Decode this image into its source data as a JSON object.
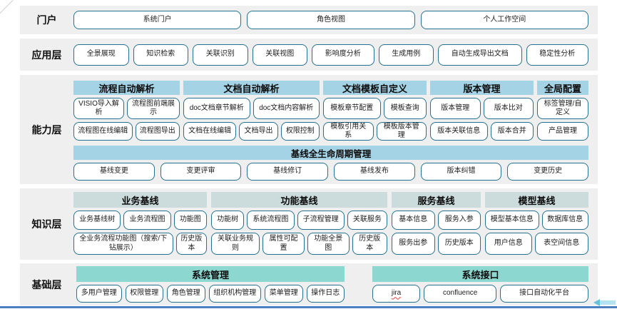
{
  "colors": {
    "band_background": "#efefef",
    "button_border": "#26718e",
    "capability_header_blue": "#a5d3e6",
    "knowledge_header_grayteal": "#ccdcdc",
    "foundation_header_teal": "#8dd7d1",
    "bottom_line_blue": "#4b7fc0",
    "jira_squiggle_red": "#e04040"
  },
  "layers": {
    "portal": {
      "label": "门户",
      "buttons": [
        "系统门户",
        "角色视图",
        "个人工作空间"
      ]
    },
    "application": {
      "label": "应用层",
      "buttons": [
        "全景展现",
        "知识检索",
        "关联识别",
        "关联视图",
        "影响度分析",
        "生成用例",
        "自动生成导出文档",
        "稳定性分析"
      ]
    },
    "capability": {
      "label": "能力层",
      "groups": [
        {
          "header": "流程自动解析",
          "row1": [
            "VISIO导入解析",
            "流程图前端展示"
          ],
          "row2": [
            "流程图在线编辑",
            "流程图导出"
          ]
        },
        {
          "header": "文档自动解析",
          "row1": [
            "doc文档章节解析",
            "doc文档内容解析"
          ],
          "row2": [
            "文档在线编辑",
            "文档导出",
            "权限控制"
          ]
        },
        {
          "header": "文档模板自定义",
          "row1": [
            "模板章节配置",
            "模板查询"
          ],
          "row2": [
            "模板引用关系",
            "模板版本管理"
          ]
        },
        {
          "header": "版本管理",
          "row1": [
            "版本管理",
            "版本比对"
          ],
          "row2": [
            "版本关联信息",
            "版本合并"
          ]
        },
        {
          "header": "全局配置",
          "row1": [
            "标签管理/自定义"
          ],
          "row2": [
            "产品管理"
          ]
        }
      ],
      "baseline": {
        "header": "基线全生命周期管理",
        "buttons": [
          "基线变更",
          "变更评审",
          "基线修订",
          "基线发布",
          "版本纠错",
          "变更历史"
        ]
      }
    },
    "knowledge": {
      "label": "知识层",
      "groups": [
        {
          "header": "业务基线",
          "row1": [
            "业务基线树",
            "业务流程图",
            "功能图"
          ],
          "row2": [
            "全业务流程功能图（搜索/下钻展示）",
            "历史版本"
          ]
        },
        {
          "header": "功能基线",
          "row1": [
            "功能树",
            "系统流程图",
            "子流程管理",
            "关联服务"
          ],
          "row2": [
            "关联业务规则",
            "属性可配置",
            "功能全景图",
            "历史版本"
          ]
        },
        {
          "header": "服务基线",
          "row1": [
            "基本信息",
            "服务入参"
          ],
          "row2": [
            "服务出参",
            "历史版本"
          ]
        },
        {
          "header": "模型基线",
          "row1": [
            "模型基本信息",
            "数据库信息"
          ],
          "row2": [
            "用户信息",
            "表空间信息"
          ]
        }
      ]
    },
    "foundation": {
      "label": "基础层",
      "groups": [
        {
          "header": "系统管理",
          "buttons": [
            "多用户管理",
            "权限管理",
            "角色管理",
            "组织机构管理",
            "菜单管理",
            "操作日志"
          ]
        },
        {
          "header": "系统接口",
          "buttons": [
            "jira",
            "confluence",
            "接口自动化平台"
          ]
        }
      ]
    }
  }
}
